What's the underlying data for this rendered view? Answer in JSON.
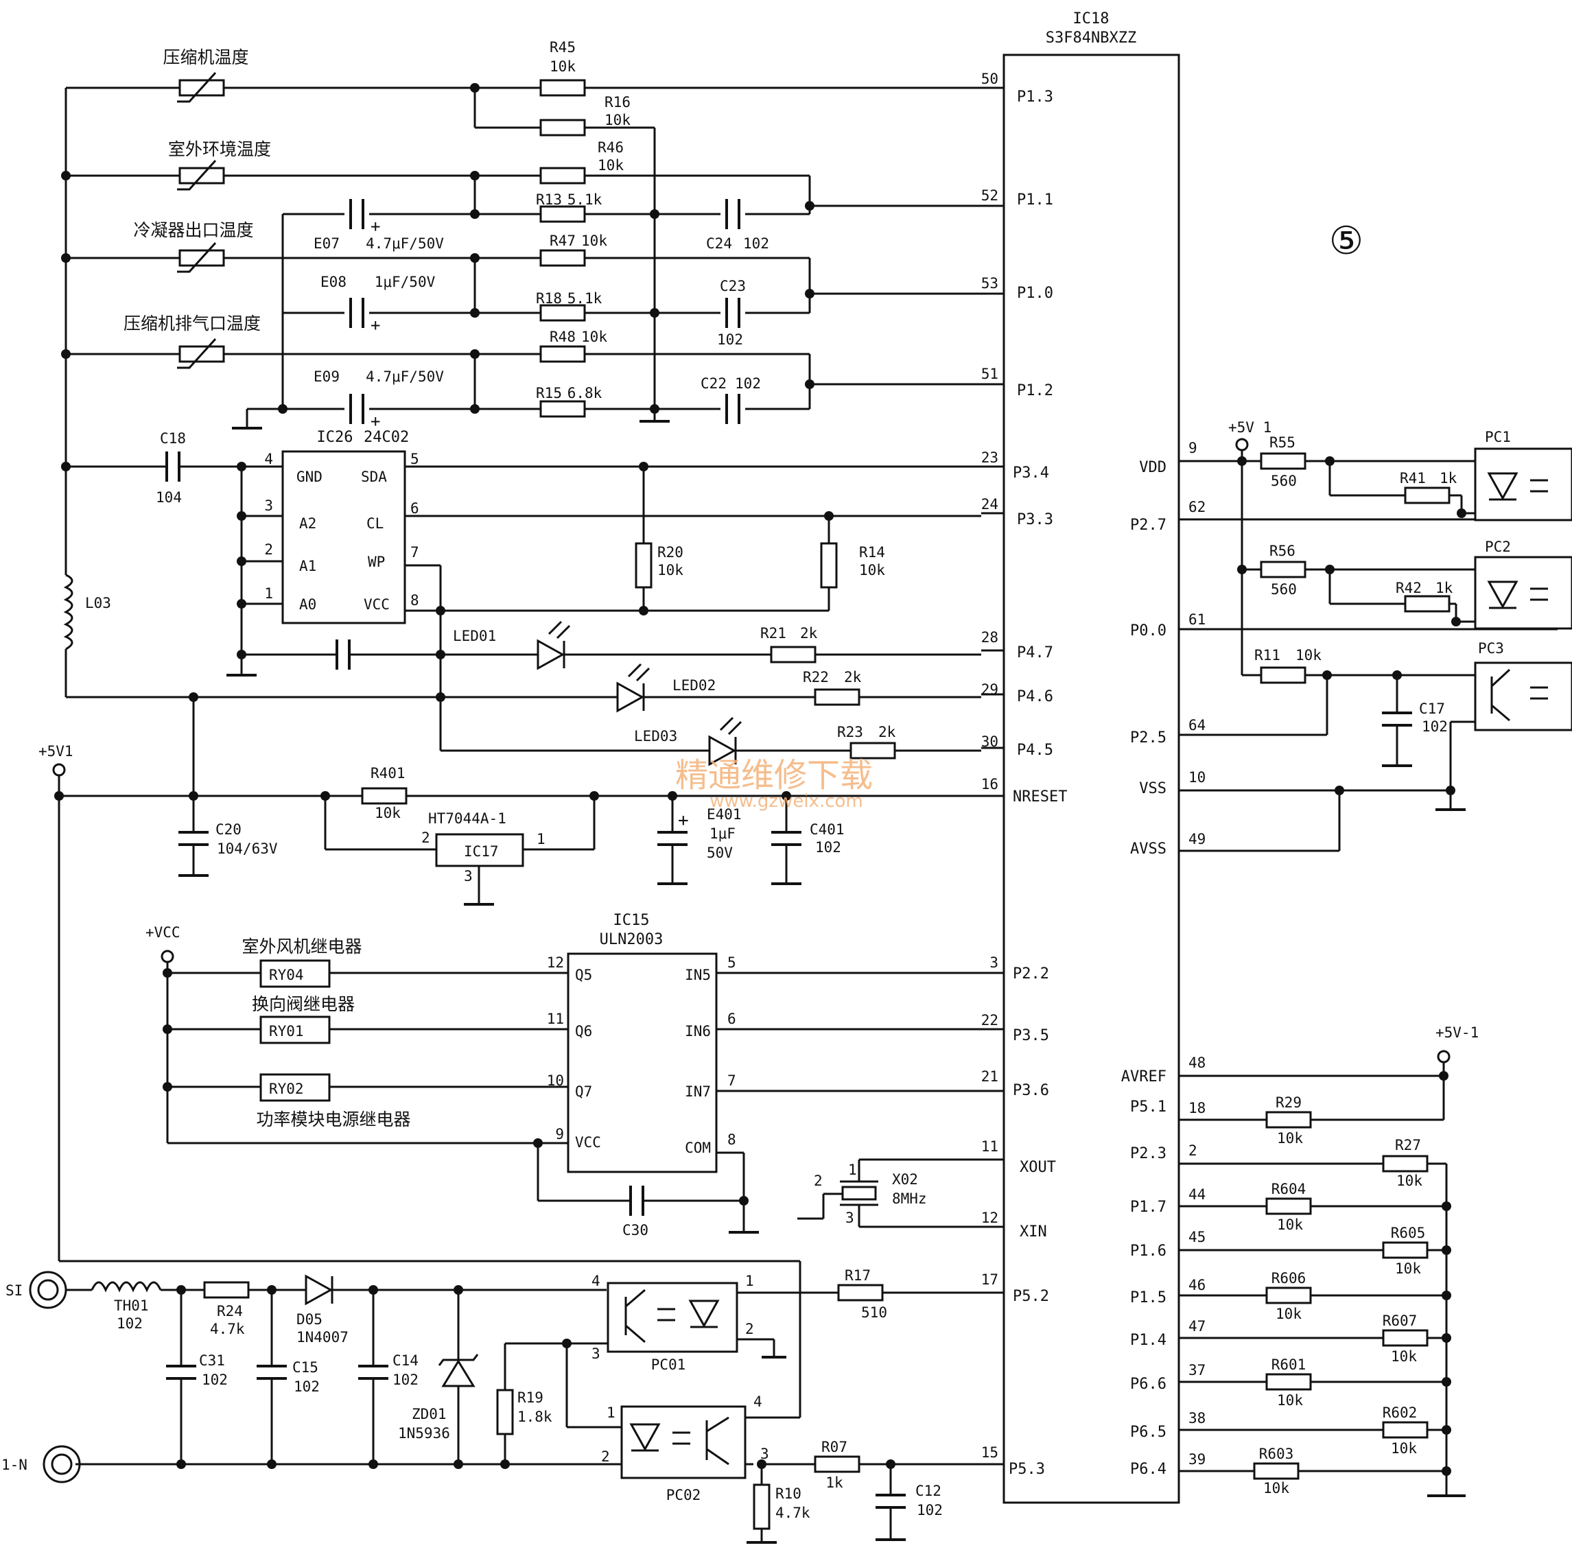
{
  "ic18": {
    "ref": "IC18",
    "part": "S3F84NBXZZ"
  },
  "circled_number": "⑤",
  "watermark": {
    "cn": "精通维修下载",
    "url": "www.gzweix.com"
  },
  "ic18_left_pins": [
    {
      "num": "50",
      "name": "P1.3"
    },
    {
      "num": "52",
      "name": "P1.1"
    },
    {
      "num": "53",
      "name": "P1.0"
    },
    {
      "num": "51",
      "name": "P1.2"
    },
    {
      "num": "23",
      "name": "P3.4"
    },
    {
      "num": "24",
      "name": "P3.3"
    },
    {
      "num": "28",
      "name": "P4.7"
    },
    {
      "num": "29",
      "name": "P4.6"
    },
    {
      "num": "30",
      "name": "P4.5"
    },
    {
      "num": "16",
      "name": "NRESET"
    },
    {
      "num": "3",
      "name": "P2.2"
    },
    {
      "num": "22",
      "name": "P3.5"
    },
    {
      "num": "21",
      "name": "P3.6"
    },
    {
      "num": "11",
      "name": "XOUT"
    },
    {
      "num": "12",
      "name": "XIN"
    },
    {
      "num": "17",
      "name": "P5.2"
    },
    {
      "num": "15",
      "name": "P5.3"
    }
  ],
  "ic18_right_pins": [
    {
      "num": "9",
      "name": "VDD"
    },
    {
      "num": "62",
      "name": "P2.7"
    },
    {
      "num": "61",
      "name": "P0.0"
    },
    {
      "num": "64",
      "name": "P2.5"
    },
    {
      "num": "10",
      "name": "VSS"
    },
    {
      "num": "49",
      "name": "AVSS"
    },
    {
      "num": "48",
      "name": "AVREF"
    },
    {
      "num": "18",
      "name": "P5.1"
    },
    {
      "num": "2",
      "name": "P2.3"
    },
    {
      "num": "44",
      "name": "P1.7"
    },
    {
      "num": "45",
      "name": "P1.6"
    },
    {
      "num": "46",
      "name": "P1.5"
    },
    {
      "num": "47",
      "name": "P1.4"
    },
    {
      "num": "37",
      "name": "P6.6"
    },
    {
      "num": "38",
      "name": "P6.5"
    },
    {
      "num": "39",
      "name": "P6.4"
    }
  ],
  "sensors": [
    "压缩机温度",
    "室外环境温度",
    "冷凝器出口温度",
    "压缩机排气口温度"
  ],
  "top_resistors": [
    {
      "ref": "R45",
      "val": "10k"
    },
    {
      "ref": "R16",
      "val": "10k"
    },
    {
      "ref": "R46",
      "val": "10k"
    },
    {
      "ref": "R13",
      "val": "5.1k"
    },
    {
      "ref": "R47",
      "val": "10k"
    },
    {
      "ref": "R18",
      "val": "5.1k"
    },
    {
      "ref": "R48",
      "val": "10k"
    },
    {
      "ref": "R15",
      "val": "6.8k"
    }
  ],
  "top_caps": [
    {
      "ref": "E07",
      "val": "4.7μF/50V"
    },
    {
      "ref": "E08",
      "val": "1μF/50V"
    },
    {
      "ref": "E09",
      "val": "4.7μF/50V"
    },
    {
      "ref": "C24",
      "val": "102"
    },
    {
      "ref": "C23",
      "val": "102"
    },
    {
      "ref": "C22",
      "val": "102"
    }
  ],
  "eeprom": {
    "ref": "IC26",
    "part": "24C02",
    "left_pins": [
      {
        "num": "4",
        "name": "GND"
      },
      {
        "num": "3",
        "name": "A2"
      },
      {
        "num": "2",
        "name": "A1"
      },
      {
        "num": "1",
        "name": "A0"
      }
    ],
    "right_pins": [
      {
        "num": "5",
        "name": "SDA"
      },
      {
        "num": "6",
        "name": "CL"
      },
      {
        "num": "7",
        "name": "WP"
      },
      {
        "num": "8",
        "name": "VCC"
      }
    ]
  },
  "c18": {
    "ref": "C18",
    "val": "104"
  },
  "l03": "L03",
  "r20": {
    "ref": "R20",
    "val": "10k"
  },
  "r14": {
    "ref": "R14",
    "val": "10k"
  },
  "leds": [
    {
      "ref": "LED01",
      "r": "R21",
      "rv": "2k"
    },
    {
      "ref": "LED02",
      "r": "R22",
      "rv": "2k"
    },
    {
      "ref": "LED03",
      "r": "R23",
      "rv": "2k"
    }
  ],
  "supply_5v1": "+5V1",
  "r401": {
    "ref": "R401",
    "val": "10k"
  },
  "reset_ic": {
    "part": "HT7044A-1",
    "ref": "IC17",
    "pins": [
      "2",
      "1",
      "3"
    ]
  },
  "c20": {
    "ref": "C20",
    "val": "104/63V"
  },
  "e401": {
    "ref": "E401",
    "val1": "1μF",
    "val2": "50V"
  },
  "c401": {
    "ref": "C401",
    "val": "102"
  },
  "driver": {
    "ref": "IC15",
    "part": "ULN2003",
    "left_pins": [
      {
        "num": "12",
        "name": "Q5"
      },
      {
        "num": "11",
        "name": "Q6"
      },
      {
        "num": "10",
        "name": "Q7"
      },
      {
        "num": "9",
        "name": "VCC"
      }
    ],
    "right_pins": [
      {
        "num": "5",
        "name": "IN5"
      },
      {
        "num": "6",
        "name": "IN6"
      },
      {
        "num": "7",
        "name": "IN7"
      },
      {
        "num": "8",
        "name": "COM"
      }
    ]
  },
  "vcc": "+VCC",
  "relays": [
    {
      "ref": "RY04",
      "label": "室外风机继电器"
    },
    {
      "ref": "RY01",
      "label": "换向阀继电器"
    },
    {
      "ref": "RY02",
      "label": "功率模块电源继电器"
    }
  ],
  "c30": "C30",
  "crystal": {
    "ref": "X02",
    "val": "8MHz",
    "pins": [
      "1",
      "2",
      "3"
    ]
  },
  "opto_right": [
    {
      "ref": "PC1",
      "r1": "R55",
      "r1v": "560",
      "r2": "R41",
      "r2v": "1k"
    },
    {
      "ref": "PC2",
      "r1": "R56",
      "r1v": "560",
      "r2": "R42",
      "r2v": "1k"
    },
    {
      "ref": "PC3",
      "r1": "R11",
      "r1v": "10k",
      "c": "C17",
      "cv": "102"
    }
  ],
  "supply_5v_1": "+5V 1",
  "supply_5v_minus1": "+5V-1",
  "pullups": [
    {
      "ref": "R29",
      "val": "10k"
    },
    {
      "ref": "R27",
      "val": "10k"
    },
    {
      "ref": "R604",
      "val": "10k"
    },
    {
      "ref": "R605",
      "val": "10k"
    },
    {
      "ref": "R606",
      "val": "10k"
    },
    {
      "ref": "R607",
      "val": "10k"
    },
    {
      "ref": "R601",
      "val": "10k"
    },
    {
      "ref": "R602",
      "val": "10k"
    },
    {
      "ref": "R603",
      "val": "10k"
    }
  ],
  "comm": {
    "si": "SI",
    "n": "1-N",
    "th01": {
      "ref": "TH01",
      "val": "102"
    },
    "r24": {
      "ref": "R24",
      "val": "4.7k"
    },
    "d05": {
      "ref": "D05",
      "val": "1N4007"
    },
    "c31": {
      "ref": "C31",
      "val": "102"
    },
    "c15": {
      "ref": "C15",
      "val": "102"
    },
    "c14": {
      "ref": "C14",
      "val": "102"
    },
    "zd01": {
      "ref": "ZD01",
      "val": "1N5936"
    },
    "r19": {
      "ref": "R19",
      "val": "1.8k"
    },
    "pc01": {
      "ref": "PC01",
      "pins": [
        "4",
        "1",
        "2",
        "3"
      ]
    },
    "pc02": {
      "ref": "PC02",
      "pins": [
        "1",
        "2",
        "4",
        "3"
      ]
    },
    "r17": {
      "ref": "R17",
      "val": "510"
    },
    "r07": {
      "ref": "R07",
      "val": "1k"
    },
    "r10": {
      "ref": "R10",
      "val": "4.7k"
    },
    "c12": {
      "ref": "C12",
      "val": "102"
    }
  }
}
